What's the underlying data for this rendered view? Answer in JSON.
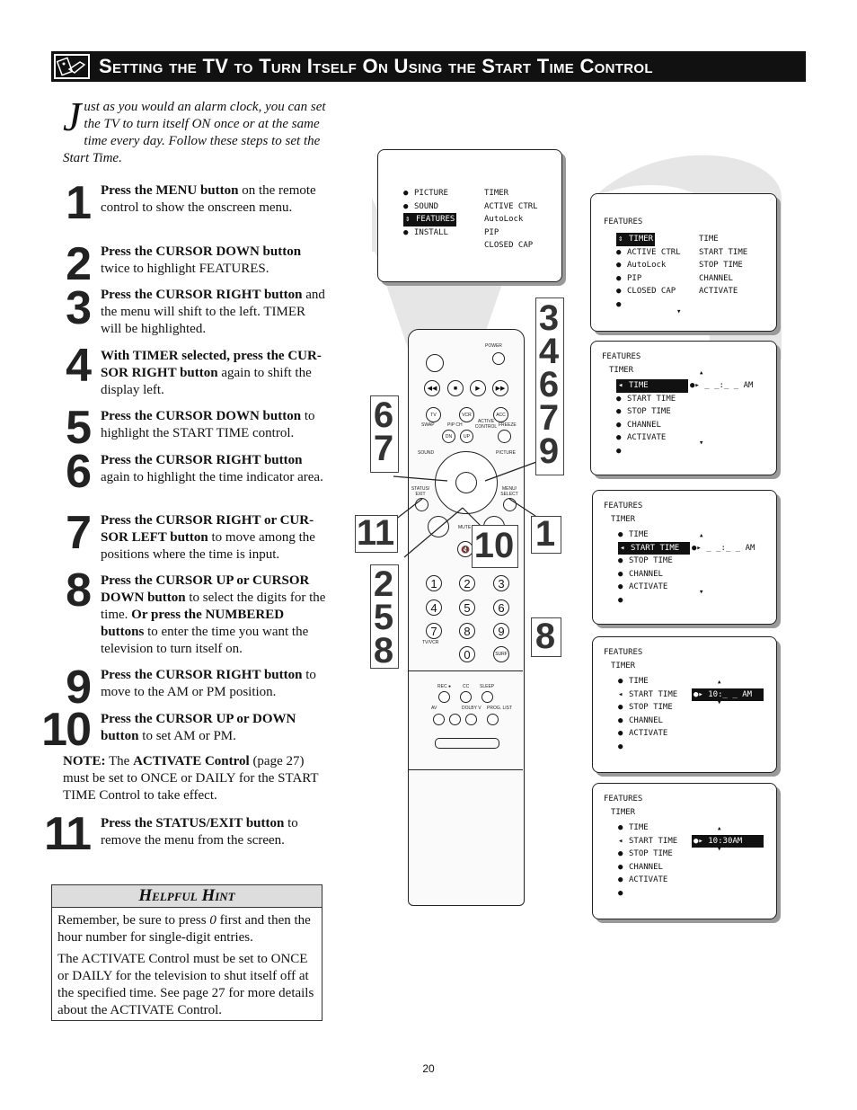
{
  "title": "Setting the TV to Turn Itself On Using the Start Time Control",
  "icon": "remote-hand-icon",
  "intro": {
    "dropcap": "J",
    "text": "ust as you would an alarm clock, you can set the TV to turn itself ON once or at the same time every day. Follow these steps to set the Start Time."
  },
  "steps": [
    {
      "num": "1",
      "bold": "Press the MENU button",
      "text": " on the remote control to show the onscreen menu."
    },
    {
      "num": "2",
      "bold": "Press the CURSOR DOWN button",
      "text": " twice to highlight FEATURES."
    },
    {
      "num": "3",
      "bold": "Press the CURSOR RIGHT button",
      "text": " and the menu will shift to the left. TIMER will be highlighted."
    },
    {
      "num": "4",
      "bold": "With TIMER selected, press the CUR-SOR RIGHT button",
      "text": " again to shift the display left."
    },
    {
      "num": "5",
      "bold": "Press the CURSOR DOWN button",
      "text": " to highlight the START TIME control."
    },
    {
      "num": "6",
      "bold": "Press the CURSOR RIGHT button",
      "text": " again to highlight the time indicator area."
    },
    {
      "num": "7",
      "bold": "Press the CURSOR RIGHT or CUR-SOR LEFT button",
      "text": " to move among the positions where the time is input."
    },
    {
      "num": "8",
      "bold": "Press the CURSOR UP or CURSOR DOWN button",
      "text": " to select the digits for the time. ",
      "bold2": "Or press the NUMBERED buttons",
      "text2": " to enter the time you want the television to turn itself on."
    },
    {
      "num": "9",
      "bold": "Press the CURSOR RIGHT button",
      "text": " to move to the AM or PM  position."
    },
    {
      "num": "10",
      "bold": "Press the CURSOR UP or DOWN button",
      "text": " to set AM or PM."
    },
    {
      "num": "11",
      "bold": "Press the STATUS/EXIT button",
      "text": " to remove the menu from the screen."
    }
  ],
  "note": {
    "label": "NOTE:",
    "pre": " The ",
    "bold": "ACTIVATE Control",
    "text": " (page 27) must be set to ONCE or DAILY for the START TIME Control to take effect."
  },
  "hint": {
    "header": "Helpful Hint",
    "p1_pre": "Remember, be sure to press ",
    "p1_em": "0",
    "p1_post": " first and then the hour number for single-digit entries.",
    "p2": "The ACTIVATE Control must be set to ONCE or DAILY for the television to shut itself off at the specified time. See page 27 for more details about the ACTIVATE Control."
  },
  "page_number": "20",
  "screens": {
    "main_menu": {
      "left": [
        "PICTURE",
        "SOUND",
        "FEATURES",
        "INSTALL"
      ],
      "right": [
        "TIMER",
        "ACTIVE CTRL",
        "AutoLock",
        "PIP",
        "CLOSED CAP"
      ]
    },
    "features_menu": {
      "header": "FEATURES",
      "left": [
        "TIMER",
        "ACTIVE CTRL",
        "AutoLock",
        "PIP",
        "CLOSED CAP"
      ],
      "right": [
        "TIME",
        "START TIME",
        "STOP TIME",
        "CHANNEL",
        "ACTIVATE"
      ]
    },
    "timer_time": {
      "header": "FEATURES",
      "sub": "TIMER",
      "items": [
        "TIME",
        "START TIME",
        "STOP TIME",
        "CHANNEL",
        "ACTIVATE"
      ],
      "value": "_ _:_ _ AM"
    },
    "timer_start": {
      "header": "FEATURES",
      "sub": "TIMER",
      "items": [
        "TIME",
        "START TIME",
        "STOP TIME",
        "CHANNEL",
        "ACTIVATE"
      ],
      "value": "_ _:_ _ AM"
    },
    "timer_partial": {
      "header": "FEATURES",
      "sub": "TIMER",
      "items": [
        "TIME",
        "START TIME",
        "STOP TIME",
        "CHANNEL",
        "ACTIVATE"
      ],
      "value": "10:_ _ AM"
    },
    "timer_set": {
      "header": "FEATURES",
      "sub": "TIMER",
      "items": [
        "TIME",
        "START TIME",
        "STOP TIME",
        "CHANNEL",
        "ACTIVATE"
      ],
      "value": "10:30AM"
    }
  },
  "remote": {
    "power": "POWER",
    "tv": "TV",
    "vcr": "VCR",
    "acc": "ACC",
    "swap": "SWAP",
    "pipch": "PIP CH",
    "active_control": "ACTIVE CONTROL",
    "freeze": "FREEZE",
    "dn": "DN",
    "up": "UP",
    "sound": "SOUND",
    "picture": "PICTURE",
    "status_exit": "STATUS/ EXIT",
    "menu_select": "MENU/ SELECT",
    "mute": "MUTE",
    "digits": [
      "1",
      "2",
      "3",
      "4",
      "5",
      "6",
      "7",
      "8",
      "9",
      "0"
    ],
    "tvvcr": "TV/VCR",
    "surf": "SURF",
    "rec": "REC ●",
    "cc": "CC",
    "sleep": "SLEEP",
    "av": "AV",
    "dolby": "DOLBY V",
    "proglist": "PROG. LIST"
  },
  "callouts": {
    "right_col": "3\n4\n6\n7\n9",
    "left_col": "6\n7",
    "eleven": "11",
    "ten": "10",
    "one": "1",
    "left_bottom": "2\n5\n8",
    "eight": "8"
  }
}
